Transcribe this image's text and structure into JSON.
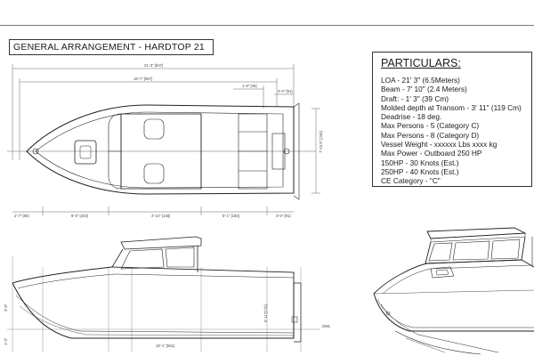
{
  "title": "GENERAL ARRANGEMENT - HARDTOP 21",
  "particulars": {
    "heading": "PARTICULARS:",
    "lines": [
      "LOA - 21' 3\"  (6.5Meters)",
      "Beam - 7' 10\"  (2.4 Meters)",
      "Draft:  - 1' 3\"     (39 Cm)",
      "Molded depth at Transom - 3' 11\" (119 Cm)",
      "Deadrise - 18 deg.",
      "Max Persons - 5 (Category C)",
      "Max Persons - 8 (Category D)",
      "Vessel Weight - xxxxxx Lbs xxxx kg",
      "Max Power - Outboard 250 HP",
      "150HP - 30 Knots (Est.)",
      "250HP - 40 Knots (Est.)",
      "CE Category - \"C\""
    ]
  },
  "dimensions": {
    "overall": "21'-3\" [647]",
    "hull_length": "18'-7\" [567]",
    "hardtop": "1'-6\" [45]",
    "transom_ext": "3'-0\" [91]",
    "beam": "7'-10.5\" [240]",
    "bottom": [
      "2'-7\" [80]",
      "6'-8\" [203]",
      "4'-10\" [148]",
      "5'-1\" [155]",
      "3'-0\" [91]"
    ],
    "profile_left": [
      "3'-8\"",
      "1'-3\""
    ],
    "profile_mid": "5'-11\"[174]",
    "waterline": "DWL",
    "waterline_length": "18'-1\" [551]"
  }
}
